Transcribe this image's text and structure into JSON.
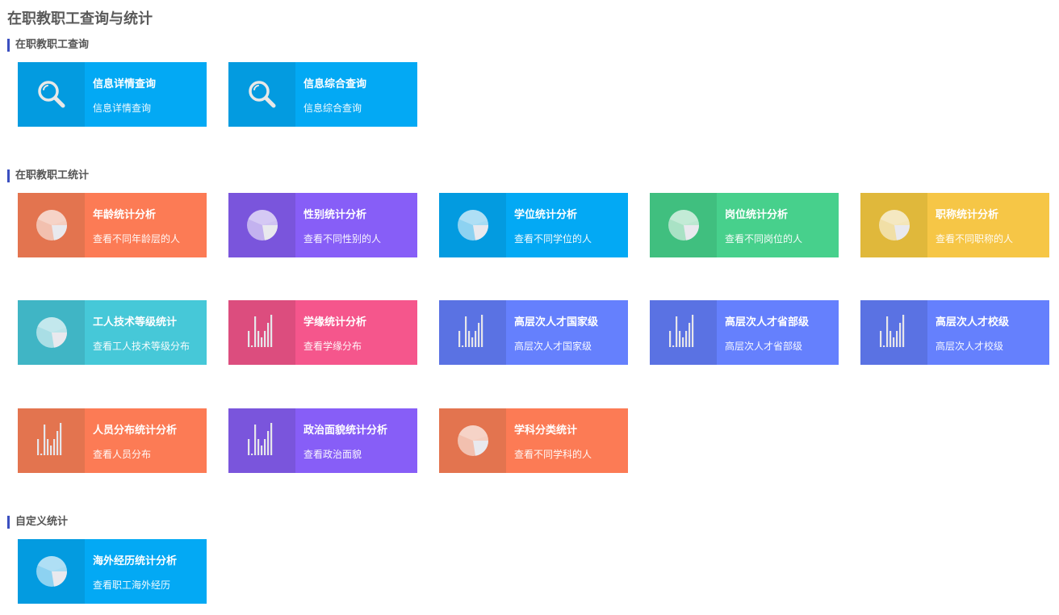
{
  "page": {
    "title": "在职教职工查询与统计"
  },
  "sections": [
    {
      "title": "在职教职工查询"
    },
    {
      "title": "在职教职工统计"
    },
    {
      "title": "自定义统计"
    }
  ],
  "colors": {
    "blue": {
      "icon": "#039be0",
      "body": "#03a9f4"
    },
    "orange": {
      "icon": "#e3744f",
      "body": "#fc7b55"
    },
    "purple": {
      "icon": "#7a55dc",
      "body": "#875ef7"
    },
    "green": {
      "icon": "#40bf7f",
      "body": "#47d08c"
    },
    "yellow": {
      "icon": "#e0b83b",
      "body": "#f6c646"
    },
    "cyan": {
      "icon": "#40b5c5",
      "body": "#46c8d8"
    },
    "pink": {
      "icon": "#dc4d7e",
      "body": "#f5568c"
    },
    "indigo": {
      "icon": "#5a72e3",
      "body": "#6580fd"
    },
    "accent_bar": "#3b4fc0"
  },
  "query_cards": [
    {
      "title": "信息详情查询",
      "subtitle": "信息详情查询",
      "icon": "search-icon",
      "color": "blue"
    },
    {
      "title": "信息综合查询",
      "subtitle": "信息综合查询",
      "icon": "search-icon",
      "color": "blue"
    }
  ],
  "stat_cards": [
    {
      "title": "年龄统计分析",
      "subtitle": "查看不同年龄层的人",
      "icon": "pie-chart-icon",
      "color": "orange"
    },
    {
      "title": "性别统计分析",
      "subtitle": "查看不同性别的人",
      "icon": "pie-chart-icon",
      "color": "purple"
    },
    {
      "title": "学位统计分析",
      "subtitle": "查看不同学位的人",
      "icon": "pie-chart-icon",
      "color": "blue"
    },
    {
      "title": "岗位统计分析",
      "subtitle": "查看不同岗位的人",
      "icon": "pie-chart-icon",
      "color": "green"
    },
    {
      "title": "职称统计分析",
      "subtitle": "查看不同职称的人",
      "icon": "pie-chart-icon",
      "color": "yellow"
    },
    {
      "title": "工人技术等级统计",
      "subtitle": "查看工人技术等级分布",
      "icon": "pie-chart-icon",
      "color": "cyan"
    },
    {
      "title": "学缘统计分析",
      "subtitle": "查看学缘分布",
      "icon": "bar-chart-icon",
      "color": "pink"
    },
    {
      "title": "高层次人才国家级",
      "subtitle": "高层次人才国家级",
      "icon": "bar-chart-icon",
      "color": "indigo"
    },
    {
      "title": "高层次人才省部级",
      "subtitle": "高层次人才省部级",
      "icon": "bar-chart-icon",
      "color": "indigo"
    },
    {
      "title": "高层次人才校级",
      "subtitle": "高层次人才校级",
      "icon": "bar-chart-icon",
      "color": "indigo"
    },
    {
      "title": "人员分布统计分析",
      "subtitle": "查看人员分布",
      "icon": "bar-chart-icon",
      "color": "orange"
    },
    {
      "title": "政治面貌统计分析",
      "subtitle": "查看政治面貌",
      "icon": "bar-chart-icon",
      "color": "purple"
    },
    {
      "title": "学科分类统计",
      "subtitle": "查看不同学科的人",
      "icon": "pie-chart-icon",
      "color": "orange"
    }
  ],
  "custom_cards": [
    {
      "title": "海外经历统计分析",
      "subtitle": "查看职工海外经历",
      "icon": "pie-chart-icon",
      "color": "blue"
    }
  ]
}
